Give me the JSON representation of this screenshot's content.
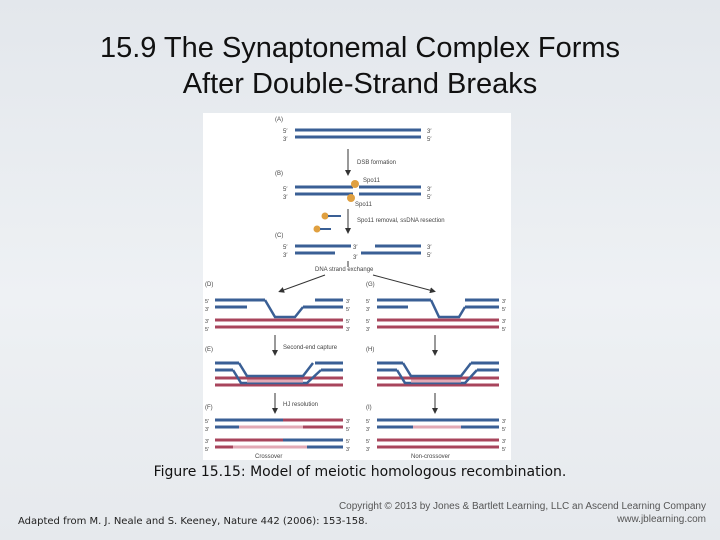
{
  "slide": {
    "title_line1": "15.9  The Synaptonemal Complex Forms",
    "title_line2": "After Double-Strand Breaks",
    "caption": "Figure 15.15: Model of meiotic homologous recombination.",
    "copyright_line1": "Copyright © 2013 by Jones & Bartlett Learning, LLC an Ascend Learning Company",
    "copyright_line2": "www.jblearning.com",
    "source": "Adapted from M. J. Neale and S. Keeney, Nature 442 (2006): 153-158."
  },
  "colors": {
    "blue_strand": "#3a5f95",
    "red_strand": "#a8455c",
    "light_red": "#e2a9b5",
    "spo11": "#e0a040",
    "arrow": "#333333",
    "label": "#444444"
  },
  "diagram": {
    "panels": {
      "a": "(A)",
      "b": "(B)",
      "c": "(C)",
      "d": "(D)",
      "e": "(E)",
      "f": "(F)",
      "g": "(G)",
      "h": "(H)",
      "i": "(I)"
    },
    "steps": {
      "dsb": "DSB formation",
      "spo_removal": "Spo11 removal, ssDNA resection",
      "strand_exchange": "DNA strand exchange",
      "second_end": "Second-end capture",
      "hj": "HJ resolution"
    },
    "labels": {
      "spo11_top": "Spo11",
      "spo11_bottom": "Spo11",
      "crossover": "Crossover",
      "non_crossover": "Non-crossover"
    },
    "ends": {
      "five": "5′",
      "three": "3′"
    }
  }
}
